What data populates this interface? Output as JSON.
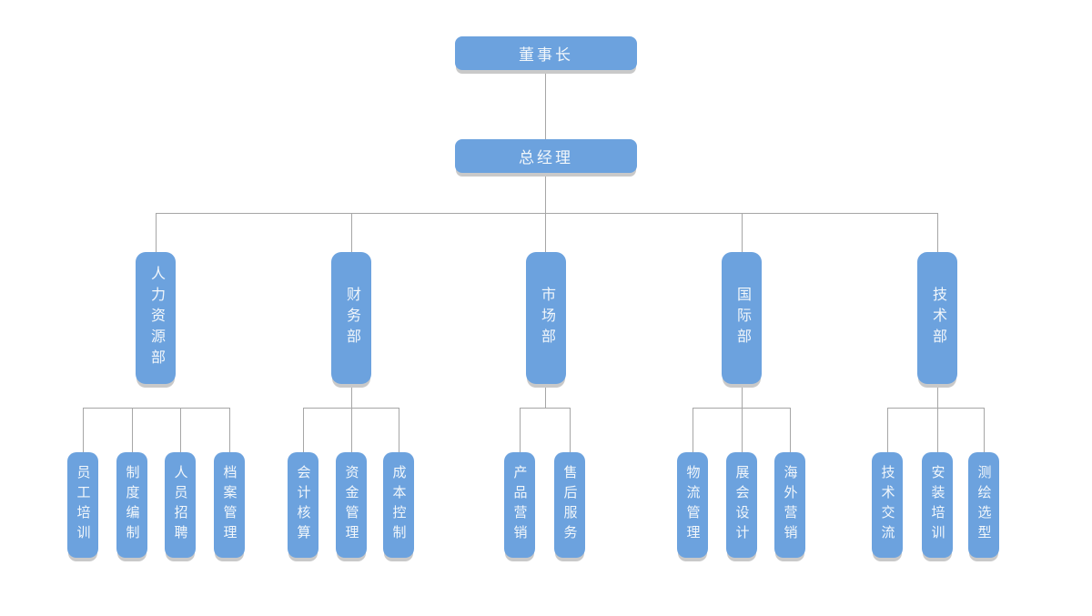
{
  "colors": {
    "node_fill": "#6CA2DE",
    "node_text": "#F2F7FB",
    "connector": "#A6A6A6",
    "shadow": "#C9C9C9",
    "background": "#FFFFFF"
  },
  "org": {
    "root": {
      "label": "董事长"
    },
    "manager": {
      "label": "总经理"
    },
    "departments": [
      {
        "label": "人力资源部",
        "children": [
          "员工培训",
          "制度编制",
          "人员招聘",
          "档案管理"
        ]
      },
      {
        "label": "财务部",
        "children": [
          "会计核算",
          "资金管理",
          "成本控制"
        ]
      },
      {
        "label": "市场部",
        "children": [
          "产品营销",
          "售后服务"
        ]
      },
      {
        "label": "国际部",
        "children": [
          "物流管理",
          "展会设计",
          "海外营销"
        ]
      },
      {
        "label": "技术部",
        "children": [
          "技术交流",
          "安装培训",
          "测绘选型"
        ]
      }
    ]
  }
}
